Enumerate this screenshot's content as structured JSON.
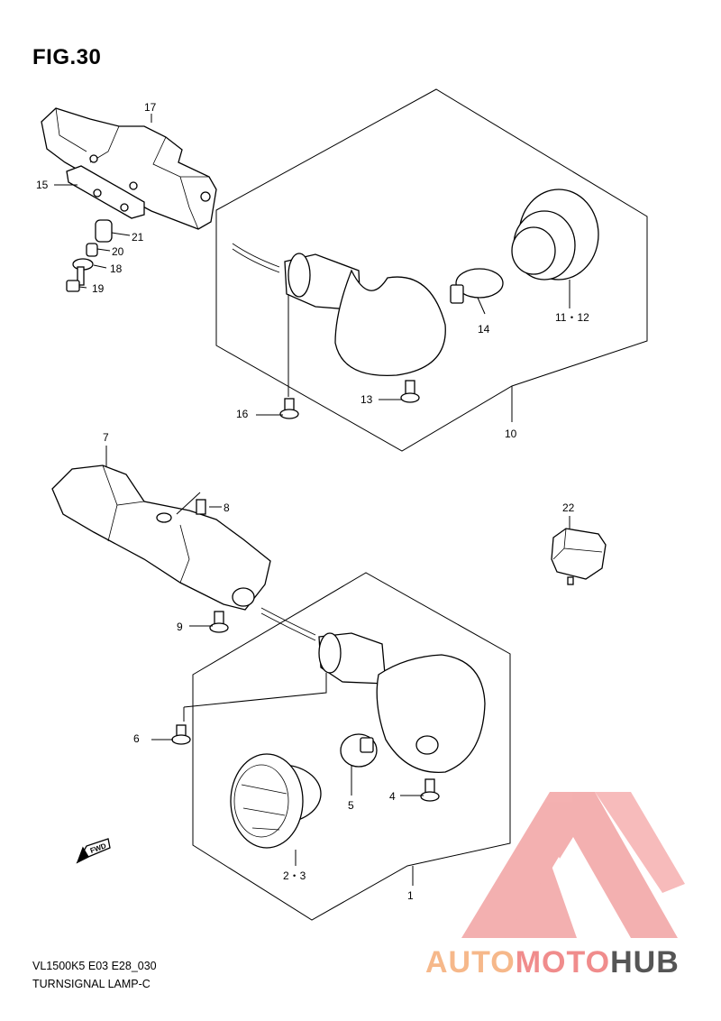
{
  "figure": {
    "title": "FIG.30",
    "code": "VL1500K5 E03 E28_030",
    "name": "TURNSIGNAL LAMP-C"
  },
  "callouts": [
    {
      "label": "17"
    },
    {
      "label": "15"
    },
    {
      "label": "21"
    },
    {
      "label": "20"
    },
    {
      "label": "18"
    },
    {
      "label": "19"
    },
    {
      "label": "14"
    },
    {
      "label": "11・12"
    },
    {
      "label": "13"
    },
    {
      "label": "16"
    },
    {
      "label": "10"
    },
    {
      "label": "7"
    },
    {
      "label": "8"
    },
    {
      "label": "22"
    },
    {
      "label": "9"
    },
    {
      "label": "6"
    },
    {
      "label": "5"
    },
    {
      "label": "4"
    },
    {
      "label": "2・3"
    },
    {
      "label": "1"
    }
  ],
  "fwd_marker": "FWD",
  "watermark": {
    "part1": "AUTO",
    "part2": "MOTO",
    "part3": "HUB",
    "colors": [
      "#f6b88a",
      "#f08c8c",
      "#555555"
    ]
  }
}
